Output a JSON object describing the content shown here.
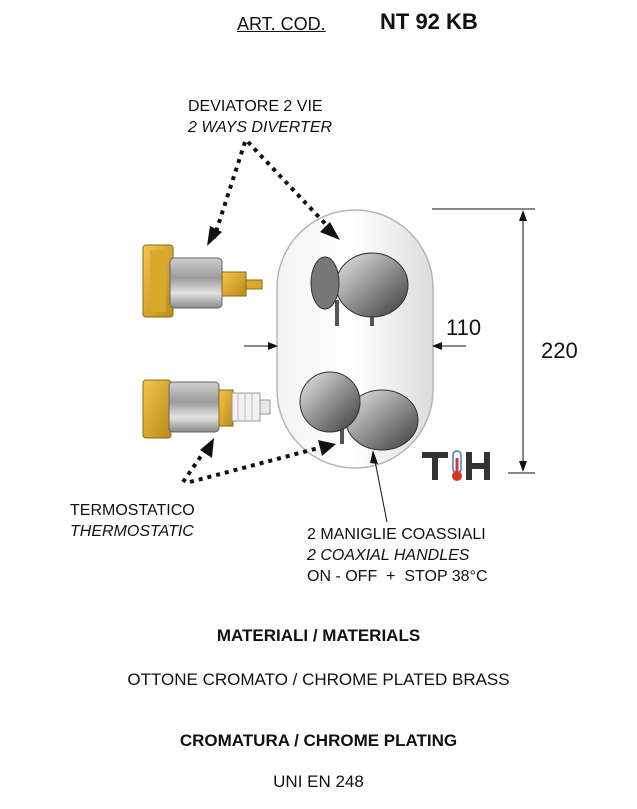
{
  "header": {
    "art_label": "ART. COD.",
    "art_code": "NT 92 KB"
  },
  "callouts": {
    "diverter_it": "DEVIATORE 2 VIE",
    "diverter_en": "2 WAYS DIVERTER",
    "thermo_it": "TERMOSTATICO",
    "thermo_en": "THERMOSTATIC",
    "handles_it": "2 MANIGLIE COASSIALI",
    "handles_en": "2 COAXIAL HANDLES",
    "handles_spec": "ON - OFF  +  STOP 38°C"
  },
  "dimensions": {
    "width": "110",
    "height": "220"
  },
  "logo": {
    "text": "TH",
    "colors": {
      "letters": "#333333",
      "thermo_red": "#d9342b",
      "thermo_blue": "#3a7bd5"
    }
  },
  "specs": {
    "materials_heading": "MATERIALI / MATERIALS",
    "materials_value": "OTTONE CROMATO / CHROME PLATED BRASS",
    "plating_heading": "CROMATURA / CHROME PLATING",
    "plating_value": "UNI EN 248"
  }
}
